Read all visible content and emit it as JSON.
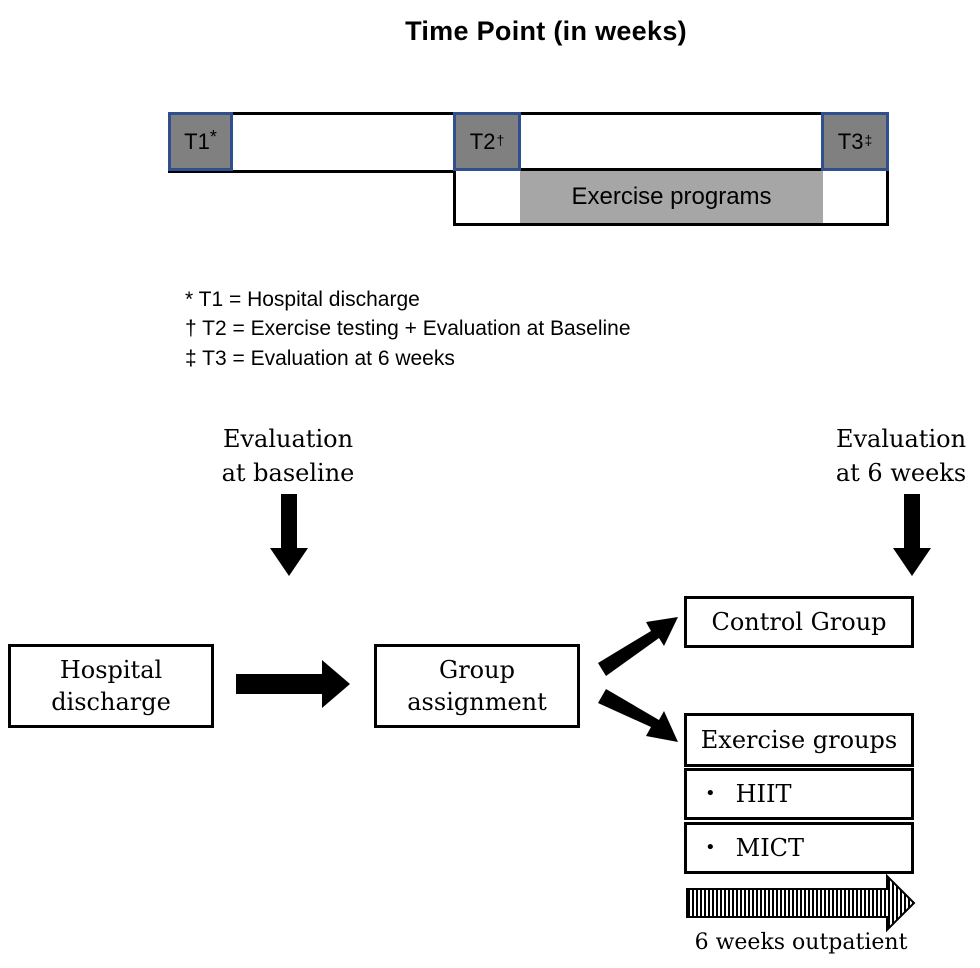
{
  "title": "Time Point (in weeks)",
  "timeline": {
    "points": [
      {
        "label": "T1",
        "mark": "*"
      },
      {
        "label": "T2",
        "mark": "†"
      },
      {
        "label": "T3",
        "mark": "‡"
      }
    ],
    "exercise_label": "Exercise programs"
  },
  "legend": [
    "* T1 = Hospital discharge",
    "† T2 = Exercise testing + Evaluation at Baseline",
    "‡ T3 = Evaluation at 6 weeks"
  ],
  "captions": {
    "eval_baseline": [
      "Evaluation",
      "at baseline"
    ],
    "eval_6weeks": [
      "Evaluation",
      "at 6 weeks"
    ],
    "outpatient": "6 weeks outpatient"
  },
  "flow": {
    "hospital_discharge": [
      "Hospital",
      "discharge"
    ],
    "group_assignment": [
      "Group",
      "assignment"
    ],
    "control_group": "Control Group",
    "exercise_groups": "Exercise groups",
    "bullet": "•",
    "hiit": "HIIT",
    "mict": "MICT"
  },
  "colors": {
    "timepoint_fill": "#808080",
    "timepoint_border": "#2f4f8f",
    "exercise_fill": "#a6a6a6",
    "line": "#000000"
  }
}
